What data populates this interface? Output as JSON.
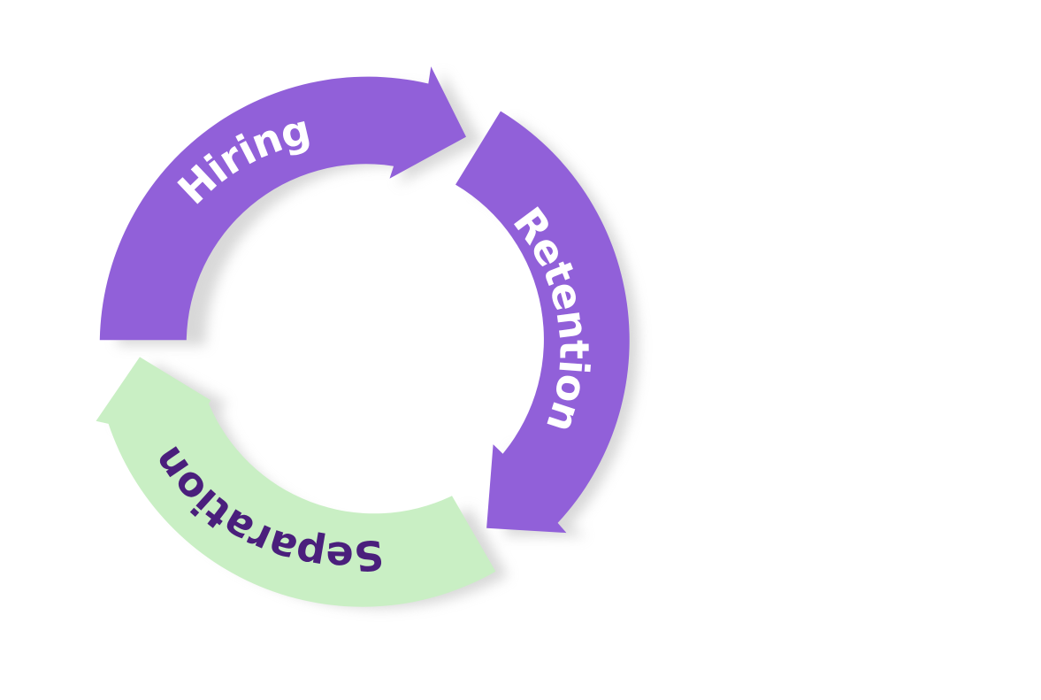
{
  "diagram": {
    "segments": [
      {
        "id": "hiring",
        "label": "Hiring",
        "fill": "#9160d9",
        "text_color": "#ffffff"
      },
      {
        "id": "retention",
        "label": "Retention",
        "fill": "#9160d9",
        "text_color": "#ffffff"
      },
      {
        "id": "separation",
        "label": "Separation",
        "fill": "#c9efc4",
        "text_color": "#4a1f7c"
      }
    ],
    "shadow_color": "#b9b9b9",
    "flow": "clockwise"
  }
}
